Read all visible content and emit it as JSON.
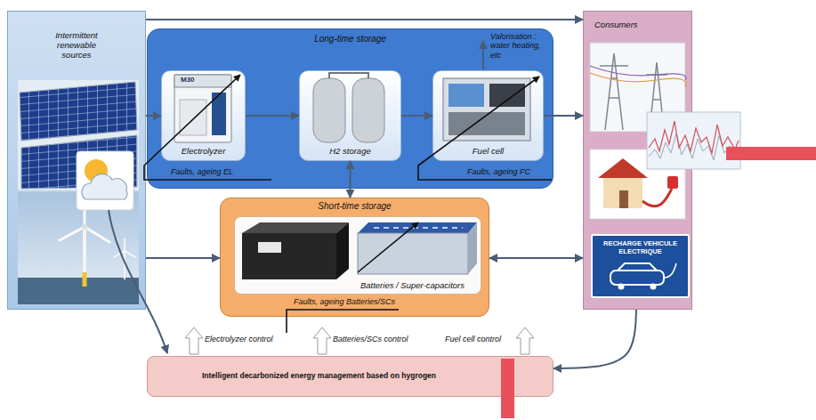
{
  "diagram": {
    "nodes": [
      {
        "text": [
          "Intermittent renewable sources"
        ]
      },
      {
        "text": [
          "Long-time storage"
        ]
      },
      {
        "text": [
          "Electrolyzer"
        ],
        "in": 1
      },
      {
        "text": [
          "H2 storage"
        ],
        "in": 1
      },
      {
        "text": [
          "Fuel cell"
        ],
        "in": 1
      },
      {
        "text": [
          "Short-time storage"
        ]
      },
      {
        "text": [
          "Batteries / Super-capacitors"
        ],
        "in": 5
      },
      {
        "text": [
          "Consumers"
        ]
      },
      {
        "text": [
          "RECHARGE VEHICULE ELECTRIQUE"
        ],
        "in": 7
      },
      {
        "text": [
          "Intelligent decarbonized energy management based on hygrogen"
        ]
      }
    ],
    "edges": [
      {
        "from": 0,
        "to": 7,
        "arrow": "to"
      },
      {
        "from": 0,
        "to": 2,
        "arrow": "to"
      },
      {
        "from": 2,
        "to": 3,
        "arrow": "to"
      },
      {
        "from": 3,
        "to": 4,
        "arrow": "to"
      },
      {
        "from": 4,
        "to": 7,
        "arrow": "to"
      },
      {
        "from": 3,
        "to": 5,
        "arrow": "both"
      },
      {
        "from": 0,
        "to": 5,
        "arrow": "to"
      },
      {
        "from": 5,
        "to": 7,
        "arrow": "both"
      },
      {
        "from": 7,
        "to": 9,
        "arrow": "to"
      }
    ],
    "labels": [
      "M30",
      "Valorisation : water heating, etc",
      "Faults, ageing EL",
      "Faults, ageing FC",
      "Faults, ageing Batteries/SCs",
      "Electrolyzer control",
      "Batteries/SCs control",
      "Fuel cell control"
    ]
  }
}
